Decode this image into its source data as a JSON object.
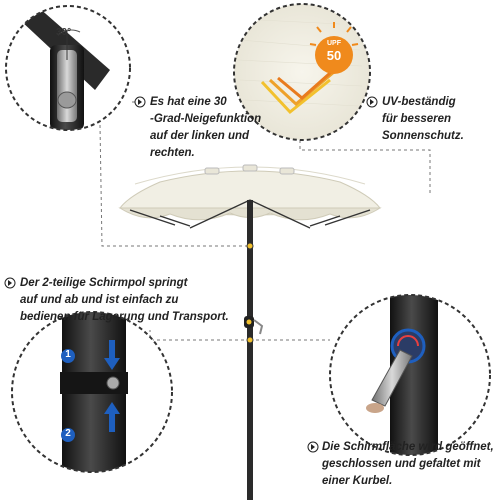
{
  "callouts": {
    "tilt": {
      "lines": [
        "Es hat eine 30",
        "-Grad-Neigefunktion",
        "auf der linken und",
        "rechten."
      ]
    },
    "uv": {
      "lines": [
        "UV-beständig",
        "für besseren",
        "Sonnenschutz."
      ]
    },
    "pole": {
      "lines": [
        "Der 2-teilige Schirmpol springt",
        "auf und ab und ist einfach zu",
        "bedienen für Lagerung und Transport."
      ]
    },
    "crank": {
      "lines": [
        "Die Schirmfläche wird geöffnet,",
        "geschlossen und gefaltet mit",
        "einer Kurbel."
      ]
    }
  },
  "labels": {
    "angle": "30°",
    "upf_label": "UPF",
    "upf_value": "50",
    "step_one": "1",
    "step_two": "2"
  },
  "colors": {
    "canopy": "#f1efe4",
    "canopy_shade": "#dcd9ca",
    "pole": "#2a2a2a",
    "dashed_line": "#777777",
    "arrow_blue": "#1e5fbf",
    "sun_orange": "#f08a1c",
    "uv_arrow_yellow": "#f2c12e",
    "uv_arrow_orange": "#e87b1e"
  },
  "icons": [
    "arrow-right-icon",
    "sun-upf-icon",
    "uv-ray-arrows-icon",
    "crank-handle-icon",
    "direction-arrow-icon"
  ]
}
